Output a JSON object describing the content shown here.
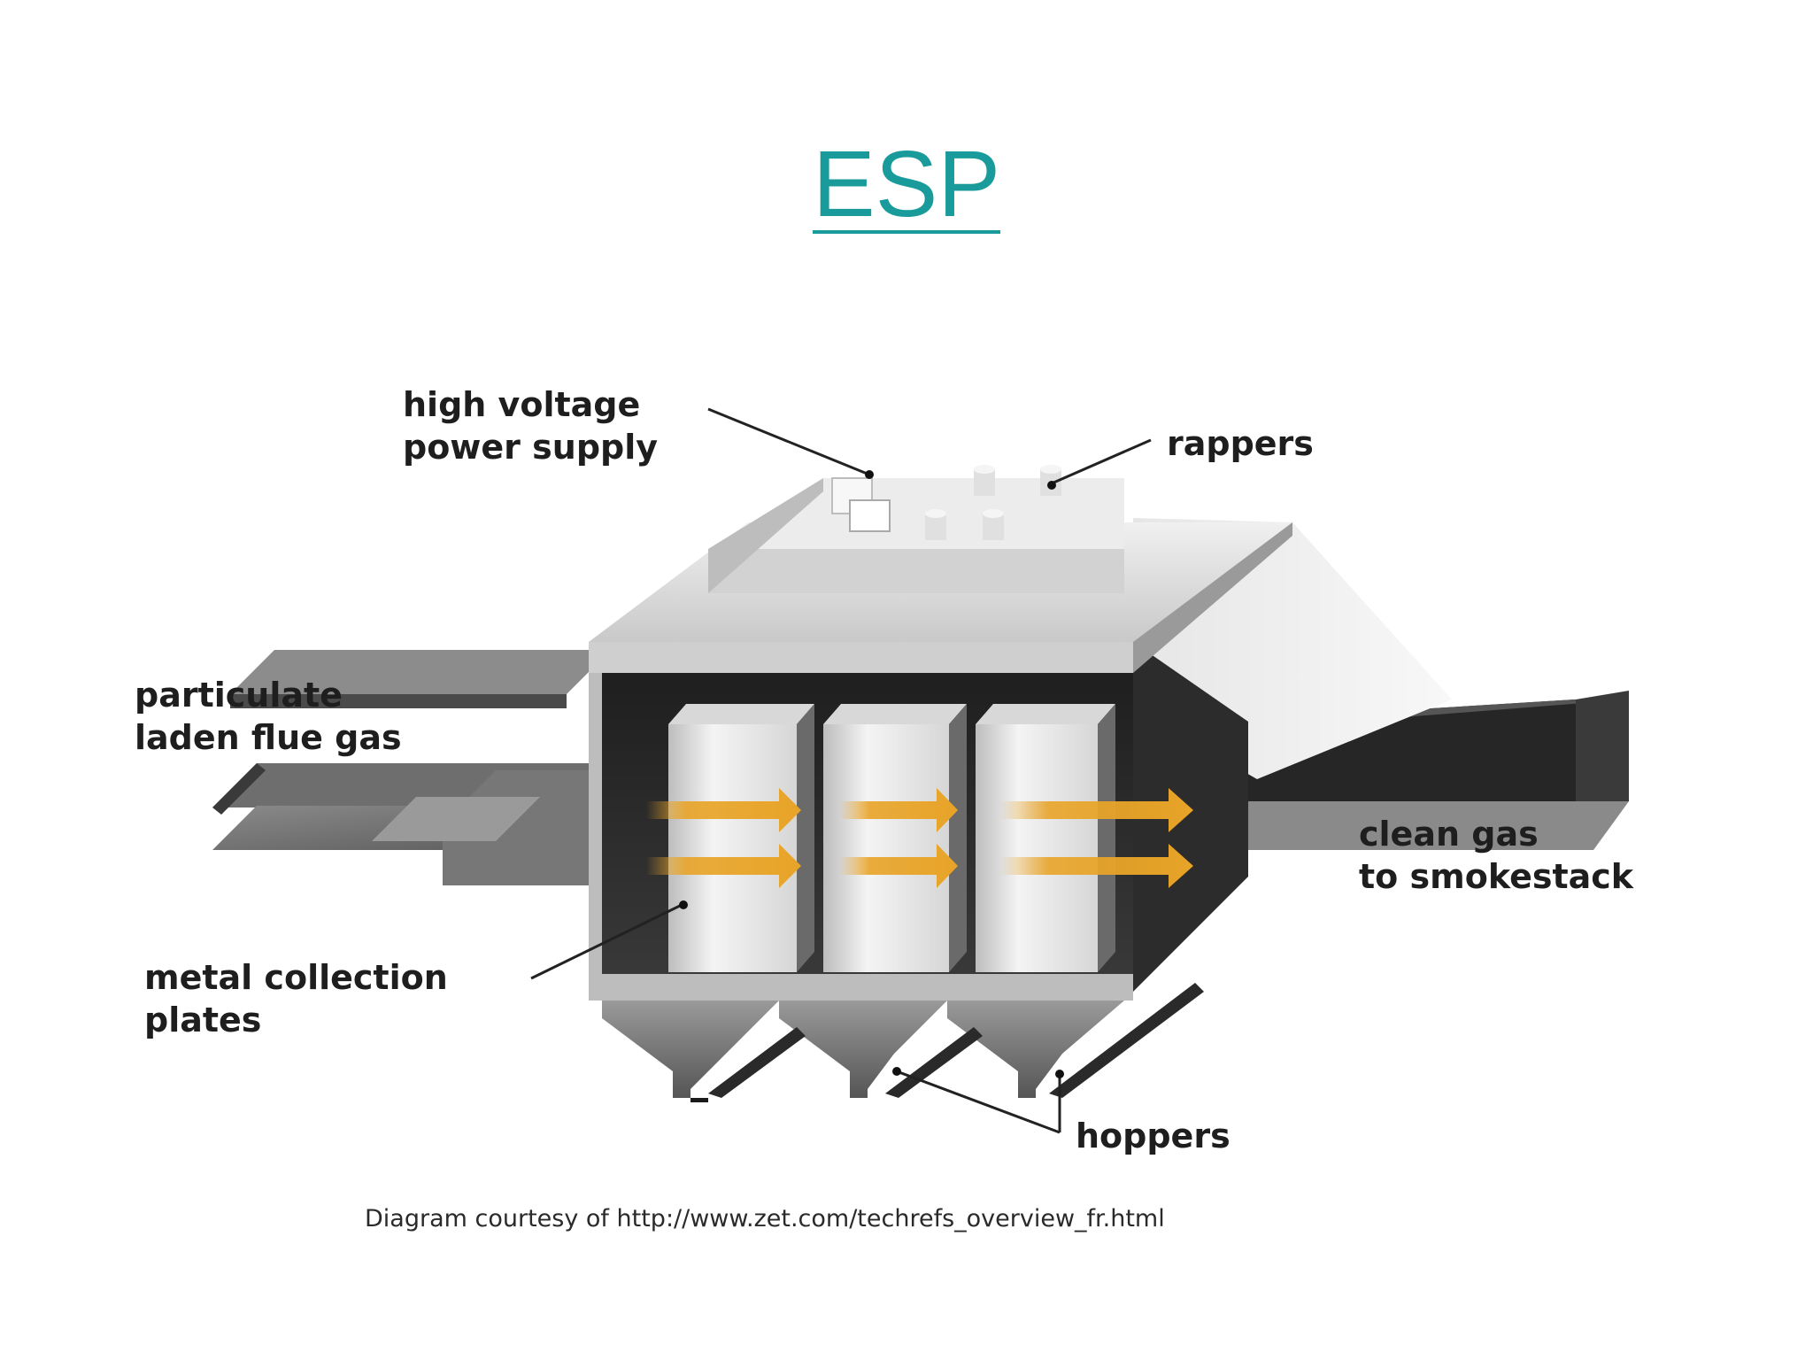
{
  "title": "ESP",
  "title_color": "#1a9b9b",
  "labels": {
    "power_supply": [
      "high voltage",
      "power supply"
    ],
    "rappers": "rappers",
    "inlet": [
      "particulate",
      "laden flue gas"
    ],
    "outlet": [
      "clean gas",
      "to smokestack"
    ],
    "plates": [
      "metal collection",
      "plates"
    ],
    "hoppers": "hoppers"
  },
  "credit": "Diagram courtesy of http://www.zet.com/techrefs_overview_fr.html",
  "arrow_color": "#e8a428"
}
